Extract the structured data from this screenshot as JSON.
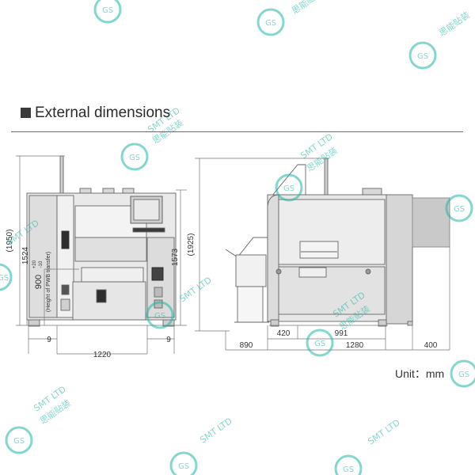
{
  "header": {
    "title": "External dimensions"
  },
  "footer": {
    "unit_label": "Unit：mm"
  },
  "front_view": {
    "dim_height_overall": "(1950)",
    "dim_height_top": "1573",
    "dim_height_side": "1524",
    "dim_transfer_height": "900",
    "dim_transfer_tolerance_plus": "+20",
    "dim_transfer_tolerance_minus": "-10",
    "dim_transfer_note": "(Height of PWB transfer)",
    "dim_foot_left": "9",
    "dim_foot_right": "9",
    "dim_width": "1220"
  },
  "side_view": {
    "dim_height_overall": "(1925)",
    "dim_depth_left": "890",
    "dim_depth_middle": "1280",
    "dim_depth_right": "400",
    "dim_feet_inner": "420",
    "dim_feet_outer": "991"
  },
  "watermark": {
    "brand": "SMT LTD",
    "chinese": "思能贴装",
    "logo_letters": "GS",
    "color": "#1fb6a8"
  }
}
